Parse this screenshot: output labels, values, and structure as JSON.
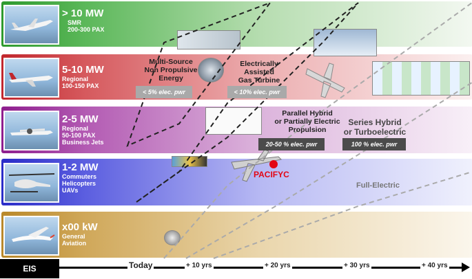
{
  "bands": [
    {
      "power": "> 10 MW",
      "lines": [
        "SMR",
        "200-300 PAX"
      ]
    },
    {
      "power": "5-10 MW",
      "lines": [
        "Regional",
        "100-150 PAX"
      ]
    },
    {
      "power": "2-5 MW",
      "lines": [
        "Regional",
        "50-100 PAX",
        "Business Jets"
      ]
    },
    {
      "power": "1-2 MW",
      "lines": [
        "Commuters",
        "Helicopters",
        "UAVs"
      ]
    },
    {
      "power": "x00 kW",
      "lines": [
        "General",
        "Aviation"
      ]
    }
  ],
  "concepts": {
    "multi_source": [
      "Multi-Source",
      "Non Propulsive",
      "Energy"
    ],
    "elec_assisted": [
      "Electrically",
      "Assisted",
      "Gas Turbine"
    ],
    "parallel_hybrid": [
      "Parallel Hybrid",
      "or Partially Electric",
      "Propulsion"
    ],
    "series_hybrid": [
      "Series Hybrid",
      "or Turboelectric"
    ],
    "full_electric": "Full-Electric"
  },
  "power_labels": {
    "lt5": "< 5% elec. pwr",
    "lt10": "< 10% elec. pwr",
    "p20_50": "20-50 % elec. pwr",
    "p100": "100 % elec. pwr"
  },
  "pacifyc": "PACIFYC",
  "axis": {
    "eis": "EIS",
    "ticks": [
      "Today",
      "+ 10 yrs",
      "+ 20 yrs",
      "+ 30 yrs",
      "+ 40 yrs"
    ]
  },
  "colors": {
    "green": "#2e9a2e",
    "red": "#c1272d",
    "purple": "#8e1e8e",
    "blue": "#2a2cc8",
    "gold": "#b9882a",
    "pacifyc": "#e30613"
  },
  "icons": [
    "airliner-photo",
    "regional-jet-photo",
    "turboprop-photo",
    "helicopter-photo",
    "light-aircraft-photo"
  ]
}
